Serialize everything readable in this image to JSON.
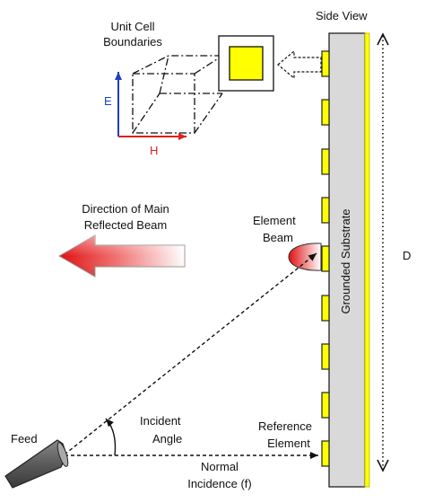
{
  "labels": {
    "unit_cell_line1": "Unit Cell",
    "unit_cell_line2": "Boundaries",
    "side_view": "Side View",
    "e_field": "E",
    "h_field": "H",
    "main_beam_line1": "Direction of Main",
    "main_beam_line2": "Reflected Beam",
    "element_beam_line1": "Element",
    "element_beam_line2": "Beam",
    "substrate": "Grounded Substrate",
    "dimension": "D",
    "incident_line1": "Incident",
    "incident_line2": "Angle",
    "reference_line1": "Reference",
    "reference_line2": "Element",
    "feed": "Feed",
    "normal_line1": "Normal",
    "normal_line2": "Incidence (f)"
  },
  "colors": {
    "patch": "#ffff00",
    "patch_border": "#222222",
    "substrate_fill": "#d9d9d9",
    "ground_plane": "#ffff00",
    "e_axis": "#1f3fbf",
    "h_axis": "#e02020",
    "beam_red": "#e01010",
    "feed_body": "#555555"
  },
  "icons": {
    "pointer_arrow": "hollow-dashed-arrow-left",
    "main_beam_arrow": "gradient-arrow-left"
  }
}
